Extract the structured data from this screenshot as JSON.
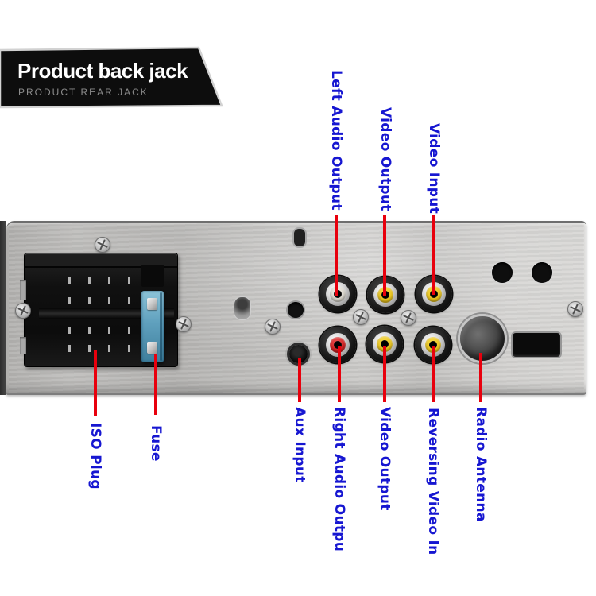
{
  "banner": {
    "title": "Product back jack",
    "subtitle": "PRODUCT REAR JACK"
  },
  "labels": {
    "top": [
      {
        "id": "left-audio-output",
        "text": "Left Audio Output"
      },
      {
        "id": "video-output",
        "text": "Video Output"
      },
      {
        "id": "video-input",
        "text": "Video Input"
      }
    ],
    "bottom": [
      {
        "id": "iso-plug",
        "text": "ISO Plug"
      },
      {
        "id": "fuse",
        "text": "Fuse"
      },
      {
        "id": "aux-input",
        "text": "Aux Input"
      },
      {
        "id": "right-audio-output",
        "text": "Right Audio Outpu"
      },
      {
        "id": "video-output-2",
        "text": "Video Output"
      },
      {
        "id": "reversing-video-in",
        "text": "Reversing Video In"
      },
      {
        "id": "radio-antenna",
        "text": "Radio Antenna"
      }
    ]
  },
  "colors": {
    "label_blue": "#1616d1",
    "arrow_red": "#e8000d",
    "rca_white": "#d9d6cd",
    "rca_yellow": "#e9c41d",
    "rca_red": "#cf1f1f",
    "fuse_blue": "#5fa0bd",
    "banner_black": "#0d0d0d",
    "banner_subtitle_gray": "#8c8c8c",
    "panel_silver": "#c3c2c0"
  }
}
